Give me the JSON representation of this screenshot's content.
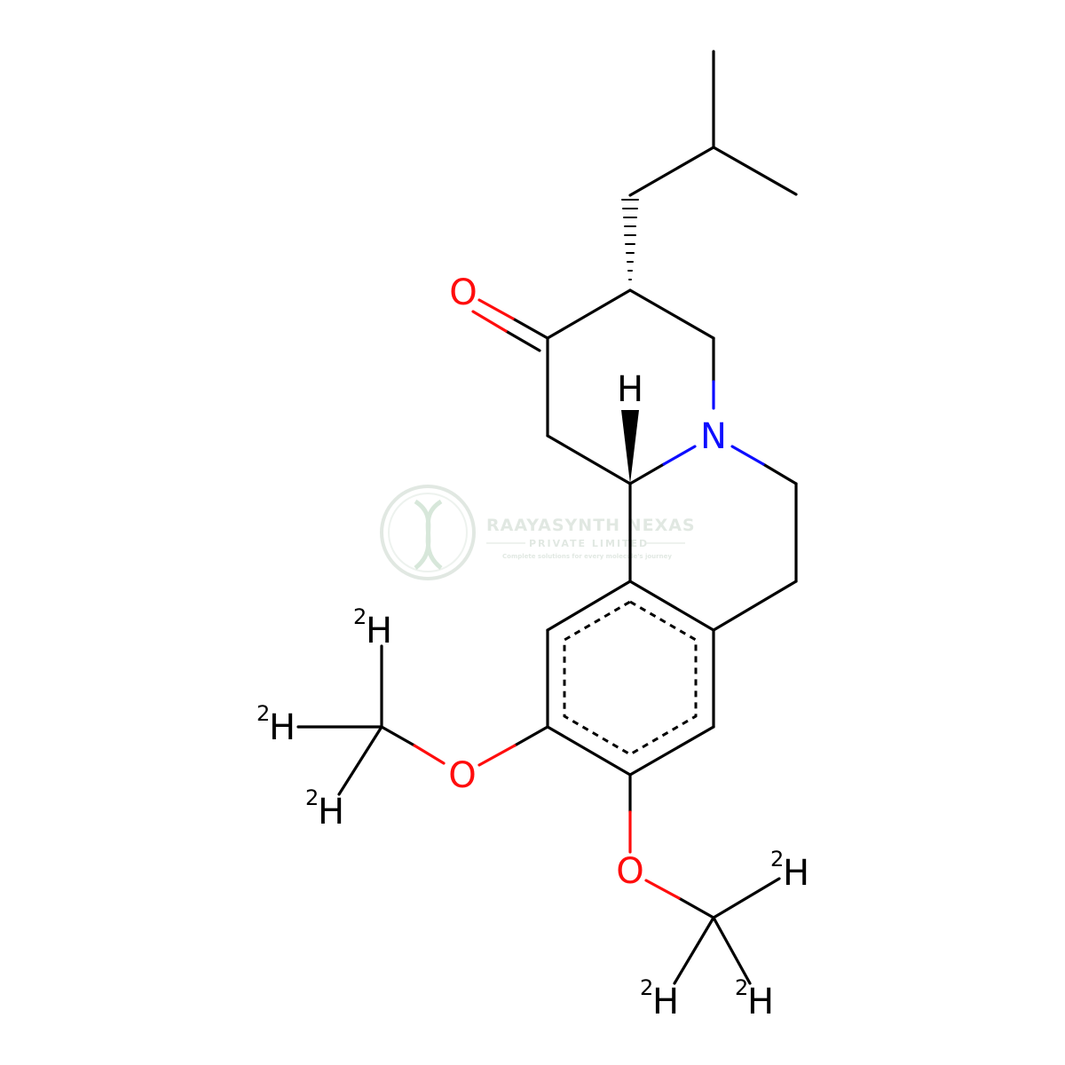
{
  "colors": {
    "bond": "#000000",
    "oxygen": "#ff0d0d",
    "nitrogen": "#0d0dff",
    "hydrogen": "#000000",
    "watermark": "#c9d6cc"
  },
  "atoms": {
    "carbonyl_o": "O",
    "ring_n": "N",
    "stereo_h": "H",
    "methoxy_o1": "O",
    "methoxy_o2": "O"
  },
  "deuterium": {
    "isotope": "2",
    "symbol": "H"
  },
  "watermark": {
    "company": "RAAYASYNTH NEXAS",
    "subtitle": "PRIVATE LIMITED",
    "tagline": "Complete solutions for every molecule's journey"
  }
}
